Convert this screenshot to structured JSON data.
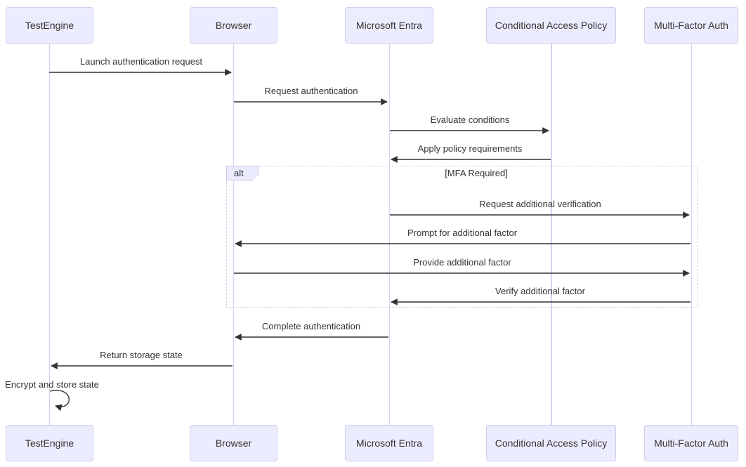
{
  "diagram": {
    "type": "sequence-diagram",
    "actors": [
      {
        "name": "TestEngine"
      },
      {
        "name": "Browser"
      },
      {
        "name": "Microsoft Entra"
      },
      {
        "name": "Conditional Access Policy"
      },
      {
        "name": "Multi-Factor Auth"
      }
    ],
    "messages": [
      {
        "from": "TestEngine",
        "to": "Browser",
        "label": "Launch authentication request",
        "line": "solid",
        "direction": "right"
      },
      {
        "from": "Browser",
        "to": "Microsoft Entra",
        "label": "Request authentication",
        "line": "solid",
        "direction": "right"
      },
      {
        "from": "Microsoft Entra",
        "to": "Conditional Access Policy",
        "label": "Evaluate conditions",
        "line": "solid",
        "direction": "right"
      },
      {
        "from": "Conditional Access Policy",
        "to": "Microsoft Entra",
        "label": "Apply policy requirements",
        "line": "solid",
        "direction": "left"
      },
      {
        "from": "Microsoft Entra",
        "to": "Multi-Factor Auth",
        "label": "Request additional verification",
        "line": "solid",
        "direction": "right"
      },
      {
        "from": "Multi-Factor Auth",
        "to": "Browser",
        "label": "Prompt for additional factor",
        "line": "solid",
        "direction": "left"
      },
      {
        "from": "Browser",
        "to": "Multi-Factor Auth",
        "label": "Provide additional factor",
        "line": "solid",
        "direction": "right"
      },
      {
        "from": "Multi-Factor Auth",
        "to": "Microsoft Entra",
        "label": "Verify additional factor",
        "line": "solid",
        "direction": "left"
      },
      {
        "from": "Microsoft Entra",
        "to": "Browser",
        "label": "Complete authentication",
        "line": "solid",
        "direction": "left"
      },
      {
        "from": "Browser",
        "to": "TestEngine",
        "label": "Return storage state",
        "line": "solid",
        "direction": "left"
      },
      {
        "from": "TestEngine",
        "to": "TestEngine",
        "label": "Encrypt and store state",
        "line": "solid",
        "direction": "self"
      }
    ],
    "fragment": {
      "operator": "alt",
      "guard": "[MFA Required]",
      "contains": [
        "Request additional verification",
        "Prompt for additional factor",
        "Provide additional factor",
        "Verify additional factor"
      ]
    }
  },
  "colors": {
    "actor_fill": "#ececff",
    "actor_border": "#cfccec",
    "lifeline": "#d8d0ee",
    "arrow": "#333333",
    "fragment_border": "#c9c2ea",
    "text": "#333333",
    "bg": "#ffffff"
  }
}
